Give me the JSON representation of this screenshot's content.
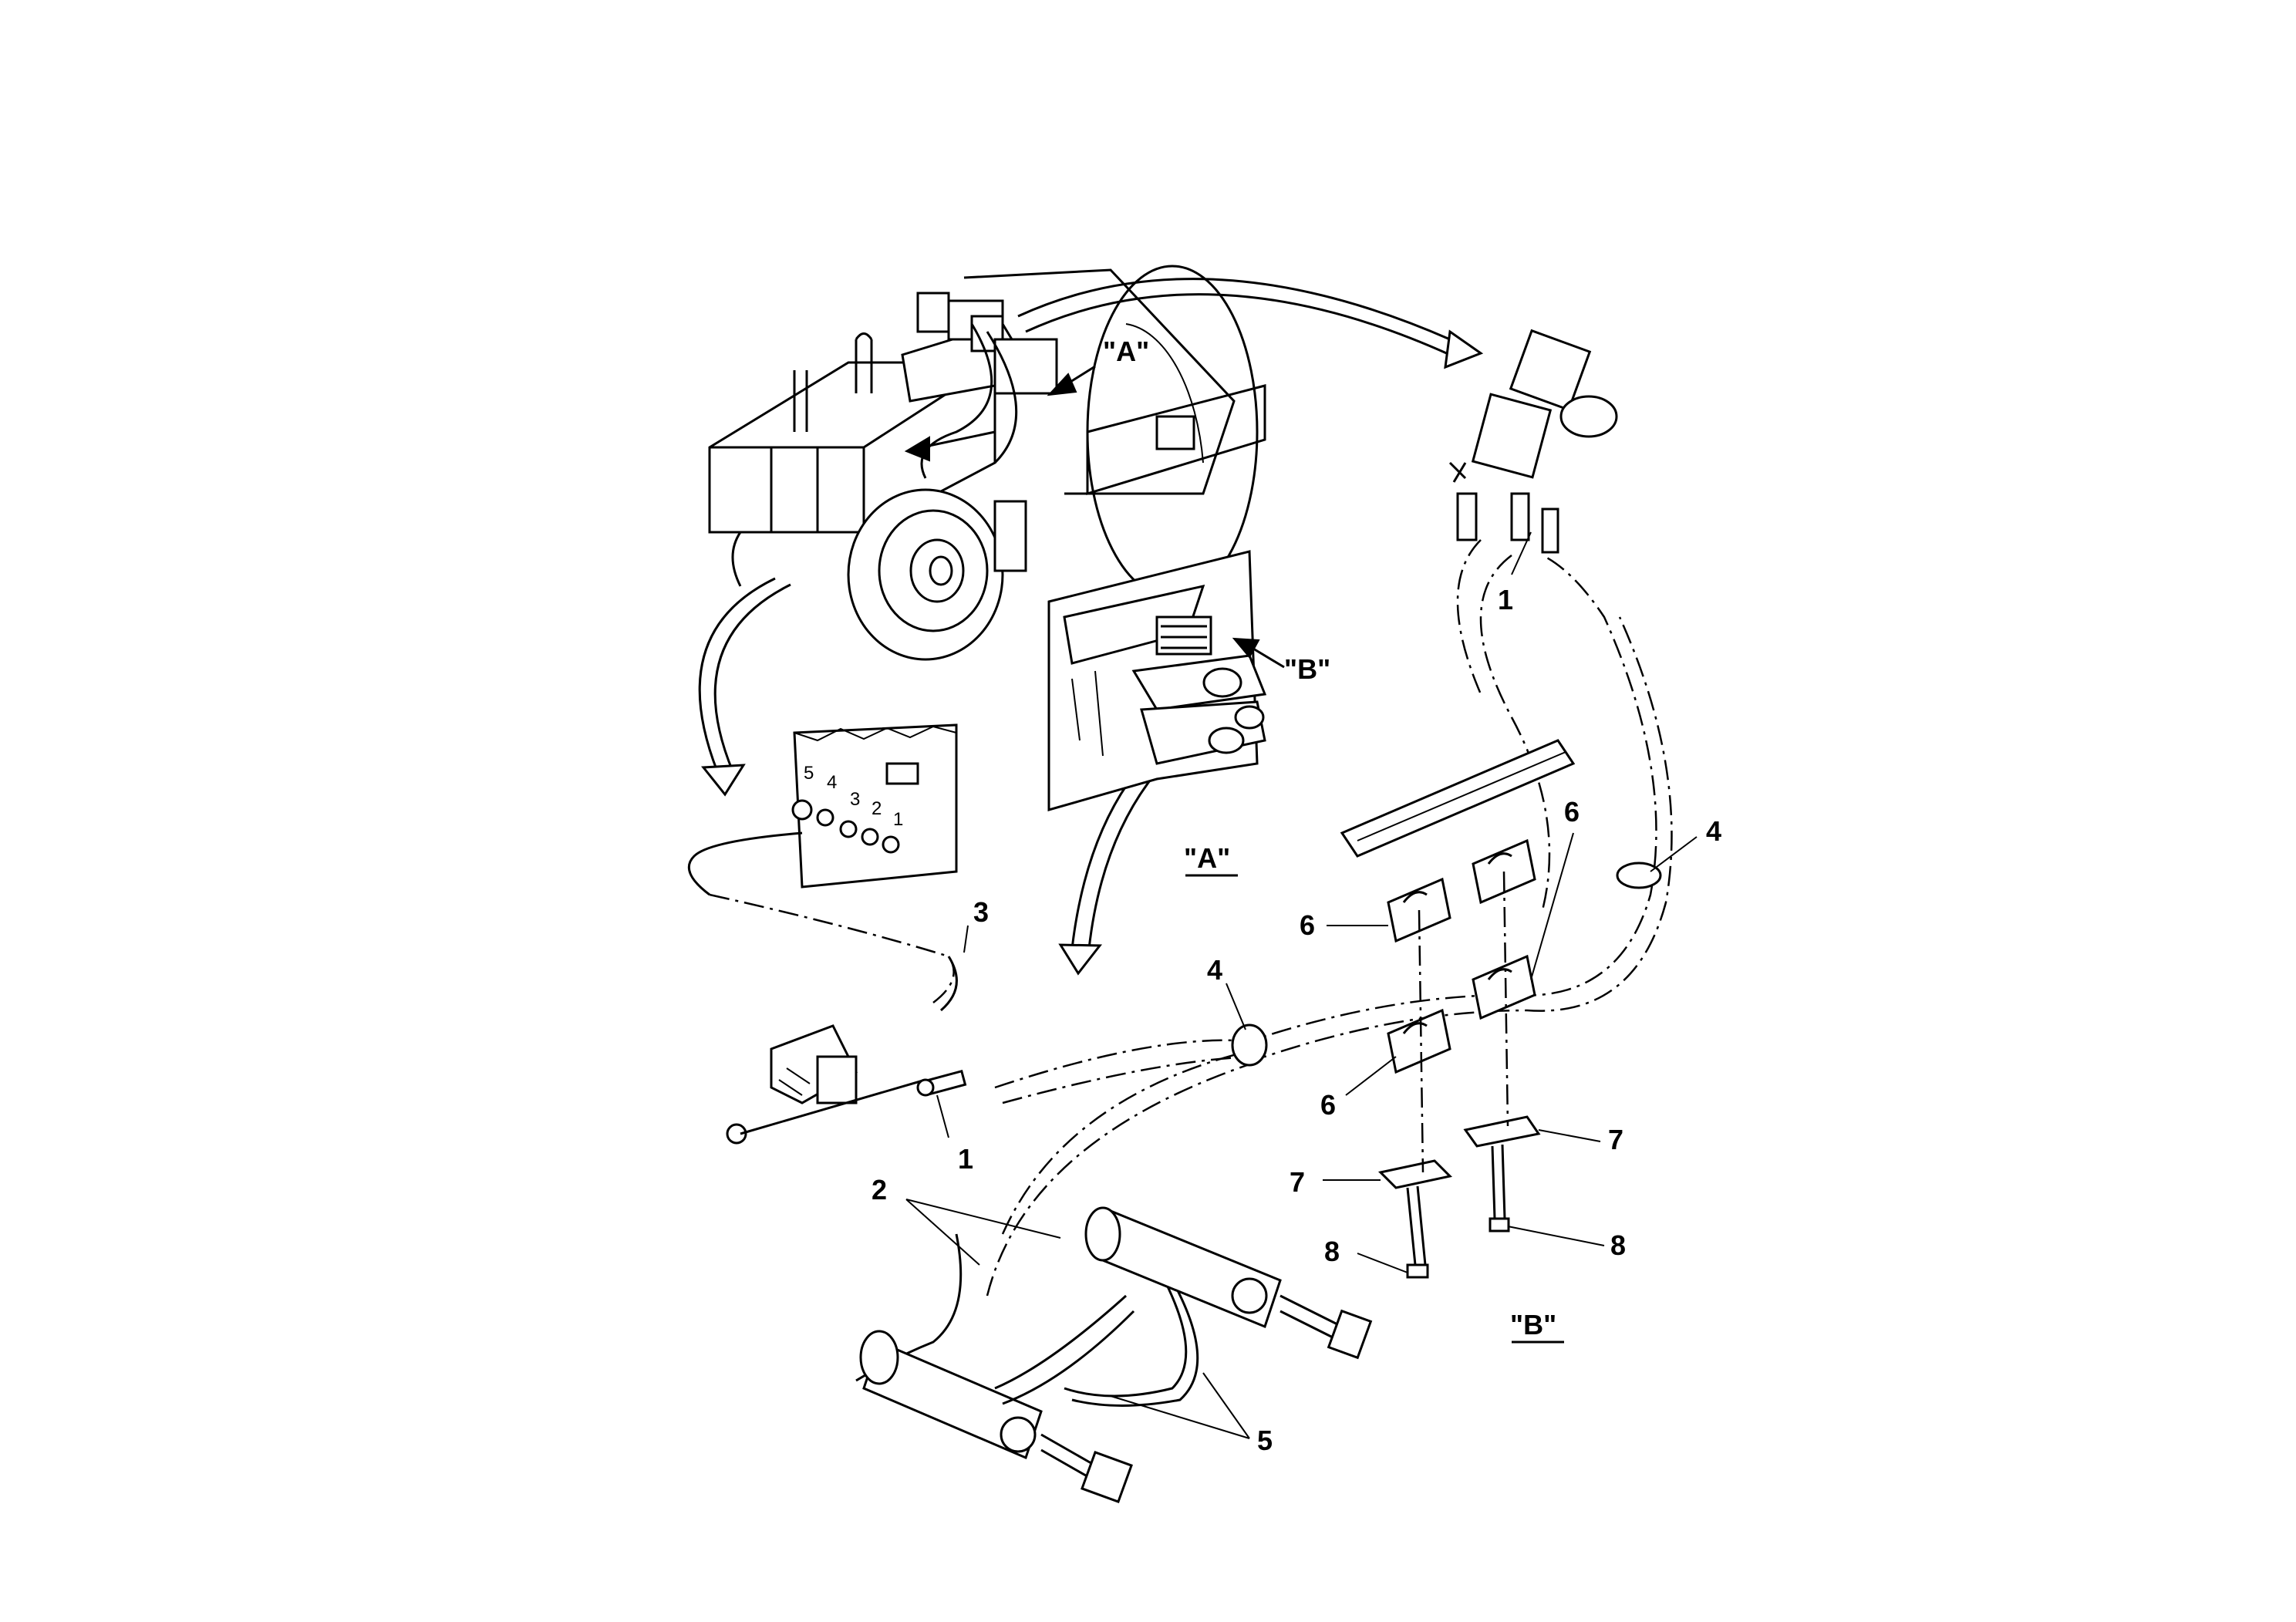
{
  "view_labels": {
    "a": "\"A\"",
    "b": "\"B\""
  },
  "callouts": {
    "a_arrow": "\"A\"",
    "b_arrow": "\"B\"",
    "part_1_top": "1",
    "part_1_bottom": "1",
    "part_2": "2",
    "part_3": "3",
    "part_4_right": "4",
    "part_4_mid": "4",
    "part_5": "5",
    "part_6_top": "6",
    "part_6_mid": "6",
    "part_6_low": "6",
    "part_7_left": "7",
    "part_7_right": "7",
    "part_8_left": "8",
    "part_8_right": "8"
  },
  "panel_terminals": [
    "5",
    "4",
    "3",
    "2",
    "1"
  ]
}
